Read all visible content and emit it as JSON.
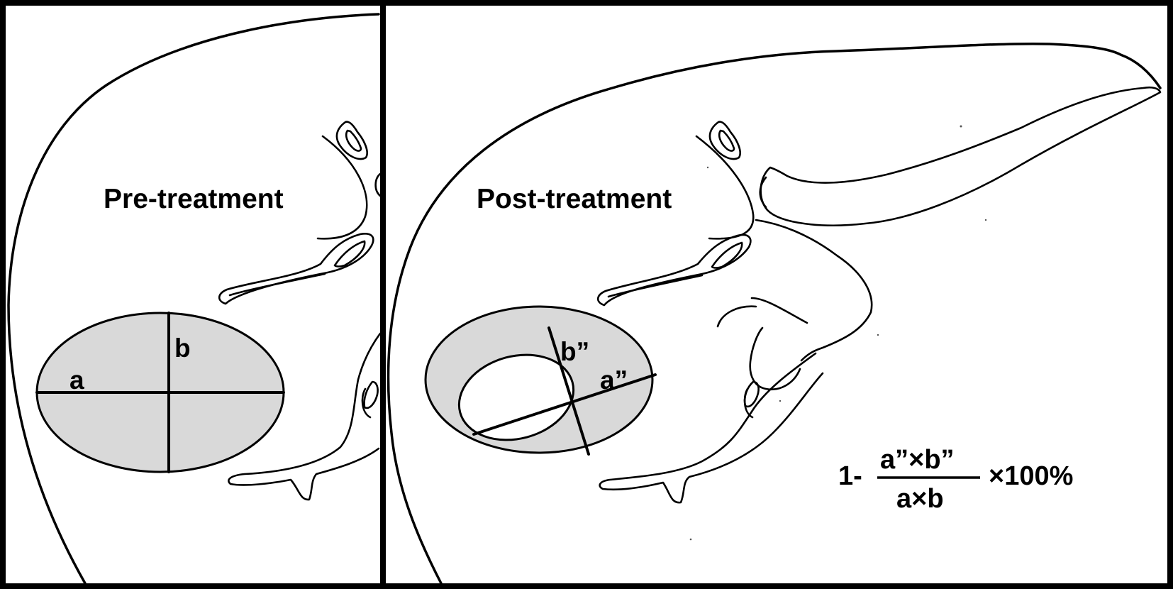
{
  "figure": {
    "colors": {
      "border": "#000000",
      "background": "#ffffff",
      "outline": "#000000",
      "tumor_fill": "#d9d9d9",
      "necrosis_fill": "#ffffff"
    },
    "pre_panel": {
      "title": "Pre-treatment",
      "axis_a_label": "a",
      "axis_b_label": "b"
    },
    "post_panel": {
      "title": "Post-treatment",
      "axis_a_label": "a”",
      "axis_b_label": "b”"
    },
    "formula": {
      "prefix": "1-",
      "numerator": "a”×b”",
      "denominator": "a×b",
      "suffix": "×100%"
    }
  }
}
